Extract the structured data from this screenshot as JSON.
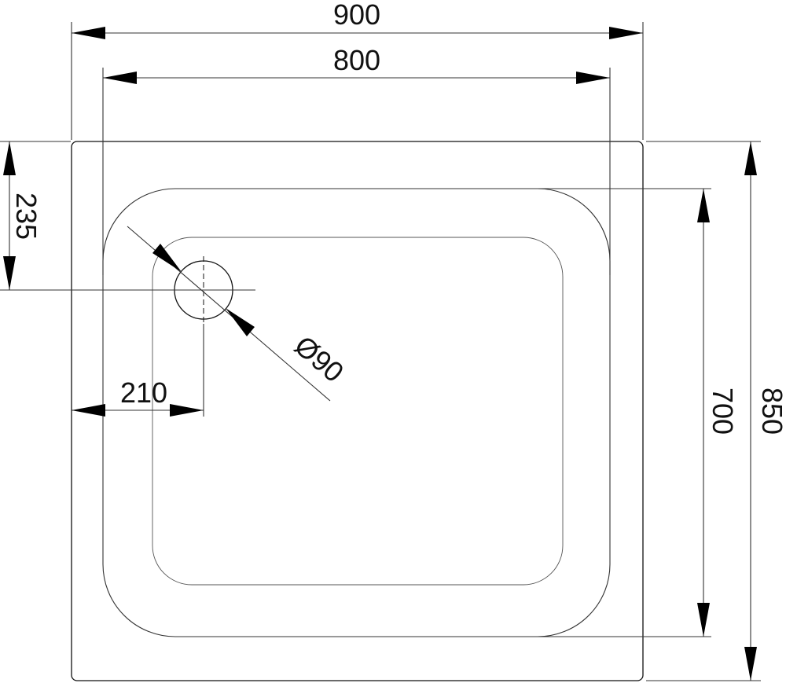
{
  "dimensions": {
    "outer_width": "900",
    "inner_width": "800",
    "outer_depth": "850",
    "inner_depth": "700",
    "drain_offset_y": "235",
    "drain_offset_x": "210",
    "drain_diameter": "Ø90"
  }
}
